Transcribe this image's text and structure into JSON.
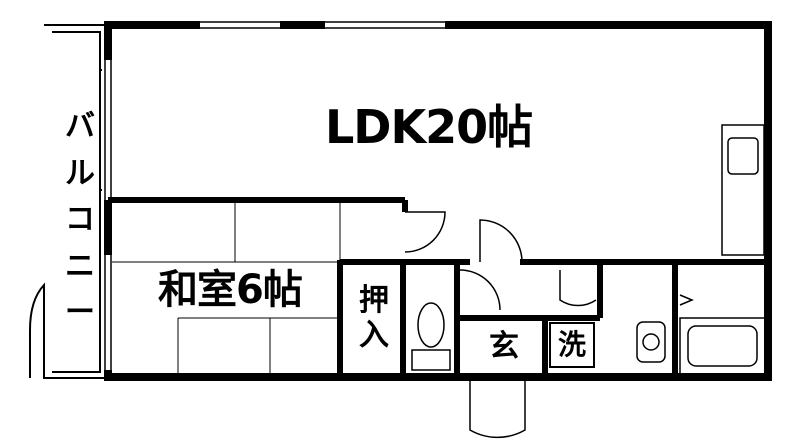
{
  "rooms": {
    "ldk": "LDK20帖",
    "washitsu": "和室6帖",
    "oshiire": "押入",
    "genkan": "玄",
    "sentaku": "洗",
    "balcony": "バルコニー"
  },
  "colors": {
    "wall": "#000000",
    "background": "#ffffff",
    "fixture": "#333333"
  }
}
